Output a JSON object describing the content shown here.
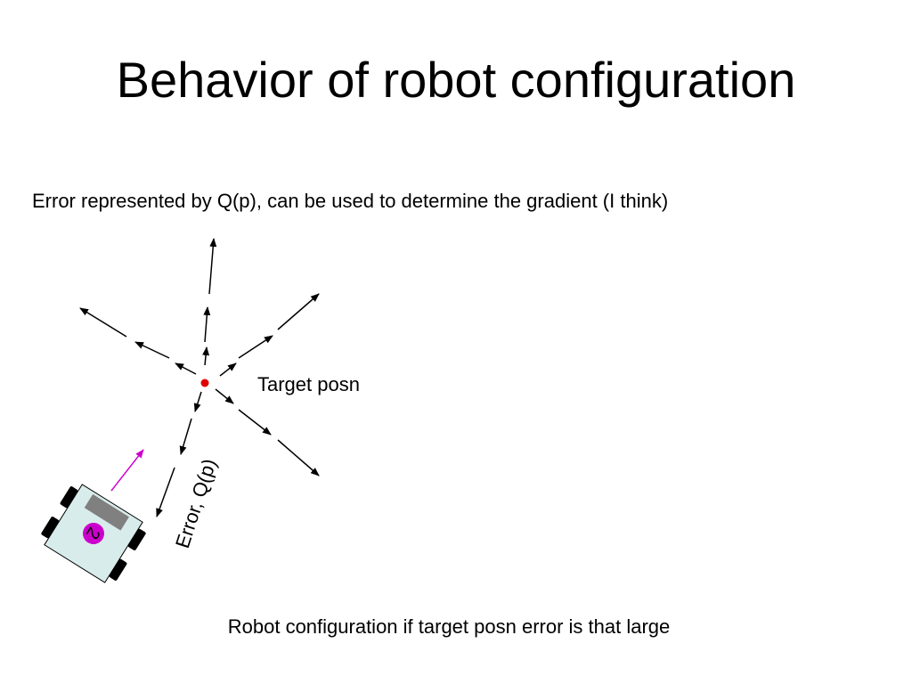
{
  "slide": {
    "title": "Behavior of robot configuration",
    "subtitle": "Error represented by Q(p), can be used to determine the gradient (I think)",
    "caption": "Robot configuration if target posn error is that large"
  },
  "diagram": {
    "target_label": "Target posn",
    "error_label": "Error, Q(p)",
    "robot_label": "2",
    "colors": {
      "target_dot": "#e00000",
      "heading_arrow": "#cc00cc",
      "robot_body": "#d9ecec",
      "robot_badge": "#cc00cc",
      "robot_sensor": "#808080",
      "wheels": "#000000"
    }
  }
}
